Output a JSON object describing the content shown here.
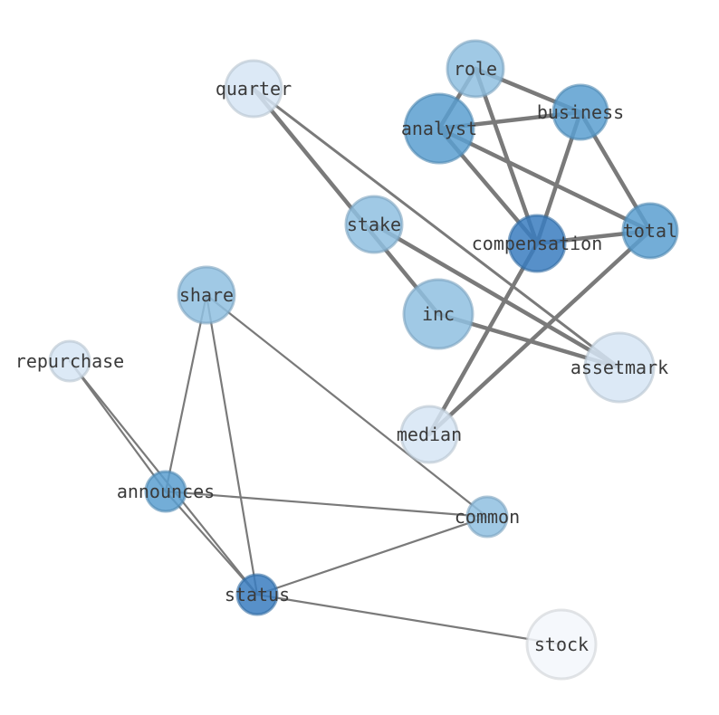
{
  "graph": {
    "nodes": [
      {
        "id": "role",
        "label": "role",
        "color": "#8fbfe0"
      },
      {
        "id": "business",
        "label": "business",
        "color": "#5a9fd0"
      },
      {
        "id": "analyst",
        "label": "analyst",
        "color": "#5a9fd0"
      },
      {
        "id": "quarter",
        "label": "quarter",
        "color": "#d6e5f4"
      },
      {
        "id": "stake",
        "label": "stake",
        "color": "#8fbfe0"
      },
      {
        "id": "compensation",
        "label": "compensation",
        "color": "#3a7dbf"
      },
      {
        "id": "total",
        "label": "total",
        "color": "#5a9fd0"
      },
      {
        "id": "share",
        "label": "share",
        "color": "#8fbfe0"
      },
      {
        "id": "inc",
        "label": "inc",
        "color": "#8fbfe0"
      },
      {
        "id": "repurchase",
        "label": "repurchase",
        "color": "#d6e5f4"
      },
      {
        "id": "assetmark",
        "label": "assetmark",
        "color": "#d6e5f4"
      },
      {
        "id": "median",
        "label": "median",
        "color": "#d6e5f4"
      },
      {
        "id": "announces",
        "label": "announces",
        "color": "#5a9fd0"
      },
      {
        "id": "common",
        "label": "common",
        "color": "#8fbfe0"
      },
      {
        "id": "status",
        "label": "status",
        "color": "#3a7dbf"
      },
      {
        "id": "stock",
        "label": "stock",
        "color": "#f3f7fc"
      }
    ],
    "edges": [
      {
        "source": "role",
        "target": "business",
        "weight": "heavy"
      },
      {
        "source": "role",
        "target": "analyst",
        "weight": "heavy"
      },
      {
        "source": "role",
        "target": "compensation",
        "weight": "heavy"
      },
      {
        "source": "analyst",
        "target": "business",
        "weight": "heavy"
      },
      {
        "source": "analyst",
        "target": "compensation",
        "weight": "heavy"
      },
      {
        "source": "analyst",
        "target": "total",
        "weight": "heavy"
      },
      {
        "source": "business",
        "target": "compensation",
        "weight": "heavy"
      },
      {
        "source": "business",
        "target": "total",
        "weight": "heavy"
      },
      {
        "source": "compensation",
        "target": "total",
        "weight": "heavy"
      },
      {
        "source": "compensation",
        "target": "median",
        "weight": "heavy"
      },
      {
        "source": "total",
        "target": "median",
        "weight": "heavy"
      },
      {
        "source": "quarter",
        "target": "inc",
        "weight": "heavy"
      },
      {
        "source": "quarter",
        "target": "assetmark",
        "weight": "medium"
      },
      {
        "source": "stake",
        "target": "assetmark",
        "weight": "heavy"
      },
      {
        "source": "inc",
        "target": "assetmark",
        "weight": "heavy"
      },
      {
        "source": "share",
        "target": "announces",
        "weight": "light"
      },
      {
        "source": "share",
        "target": "status",
        "weight": "light"
      },
      {
        "source": "share",
        "target": "common",
        "weight": "light"
      },
      {
        "source": "repurchase",
        "target": "announces",
        "weight": "light"
      },
      {
        "source": "repurchase",
        "target": "status",
        "weight": "light"
      },
      {
        "source": "announces",
        "target": "common",
        "weight": "light"
      },
      {
        "source": "announces",
        "target": "status",
        "weight": "light"
      },
      {
        "source": "common",
        "target": "status",
        "weight": "light"
      },
      {
        "source": "status",
        "target": "stock",
        "weight": "light"
      }
    ]
  }
}
